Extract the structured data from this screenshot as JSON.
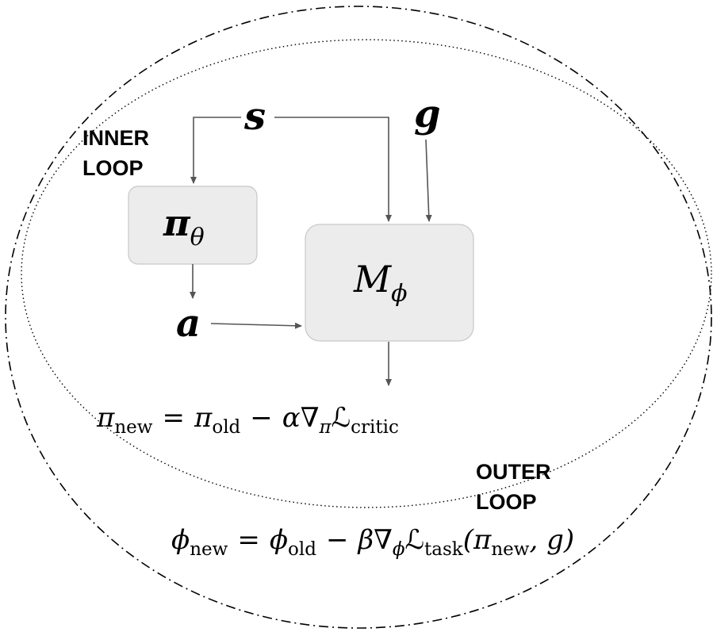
{
  "labels": {
    "inner_loop_line1": "INNER",
    "inner_loop_line2": "LOOP",
    "outer_loop_line1": "OUTER",
    "outer_loop_line2": "LOOP"
  },
  "variables": {
    "state": "s",
    "goal": "g",
    "action": "a"
  },
  "nodes": {
    "policy": {
      "symbol": "π",
      "subscript": "θ"
    },
    "model": {
      "symbol": "M",
      "subscript": "ϕ"
    }
  },
  "equations": {
    "inner": {
      "lhs": "π",
      "lhs_sub": "new",
      "eq": "=",
      "term1": "π",
      "term1_sub": "old",
      "minus": "−",
      "coef": "α∇",
      "coef_sub": "π",
      "loss": "ℒ",
      "loss_sub": "critic"
    },
    "outer": {
      "lhs": "ϕ",
      "lhs_sub": "new",
      "eq": "=",
      "term1": "ϕ",
      "term1_sub": "old",
      "minus": "−",
      "coef": "β∇",
      "coef_sub": "ϕ",
      "loss": "ℒ",
      "loss_sub": "task",
      "args_open": "(π",
      "args_sub": "new",
      "args_close": ", g)"
    }
  },
  "colors": {
    "box_fill": "#ececec",
    "box_stroke": "#c8c8c8",
    "arrow": "#555555"
  }
}
